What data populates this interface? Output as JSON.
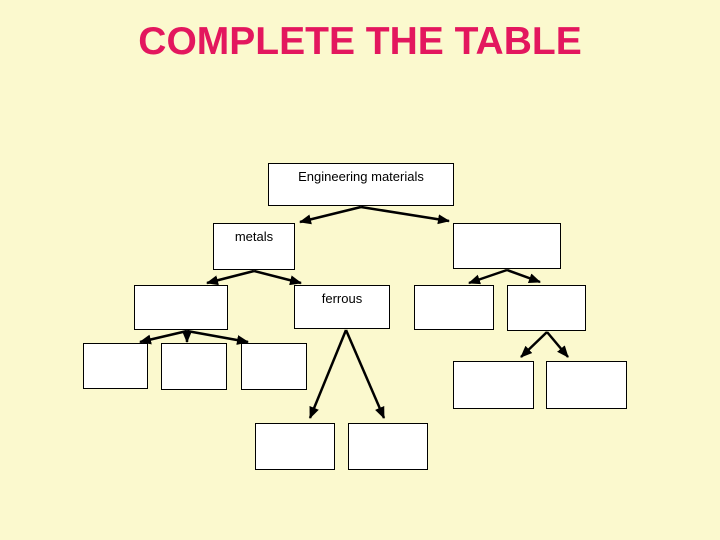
{
  "slide": {
    "title": "COMPLETE THE TABLE",
    "colors": {
      "background": "#fbf9ce",
      "title": "#e3175e",
      "box_fill": "#ffffff",
      "box_border": "#000000",
      "arrow": "#000000"
    }
  },
  "diagram": {
    "nodes": [
      {
        "id": "engineering-materials",
        "label": "Engineering materials"
      },
      {
        "id": "metals",
        "label": "metals"
      },
      {
        "id": "blank-1",
        "label": ""
      },
      {
        "id": "blank-2",
        "label": ""
      },
      {
        "id": "ferrous",
        "label": "ferrous"
      },
      {
        "id": "blank-3",
        "label": ""
      },
      {
        "id": "blank-4",
        "label": ""
      },
      {
        "id": "blank-5",
        "label": ""
      },
      {
        "id": "blank-6",
        "label": ""
      },
      {
        "id": "blank-7",
        "label": ""
      },
      {
        "id": "blank-8",
        "label": ""
      },
      {
        "id": "blank-9",
        "label": ""
      },
      {
        "id": "blank-10",
        "label": ""
      },
      {
        "id": "blank-11",
        "label": ""
      }
    ],
    "edges": [
      {
        "from": "engineering-materials",
        "to": "metals"
      },
      {
        "from": "engineering-materials",
        "to": "blank-1"
      },
      {
        "from": "metals",
        "to": "blank-2"
      },
      {
        "from": "metals",
        "to": "ferrous"
      },
      {
        "from": "blank-1",
        "to": "blank-3"
      },
      {
        "from": "blank-1",
        "to": "blank-4"
      },
      {
        "from": "blank-2",
        "to": "blank-5"
      },
      {
        "from": "blank-2",
        "to": "blank-6"
      },
      {
        "from": "blank-2",
        "to": "blank-7"
      },
      {
        "from": "ferrous",
        "to": "blank-10"
      },
      {
        "from": "ferrous",
        "to": "blank-11"
      },
      {
        "from": "blank-4",
        "to": "blank-8"
      },
      {
        "from": "blank-4",
        "to": "blank-9"
      }
    ]
  }
}
